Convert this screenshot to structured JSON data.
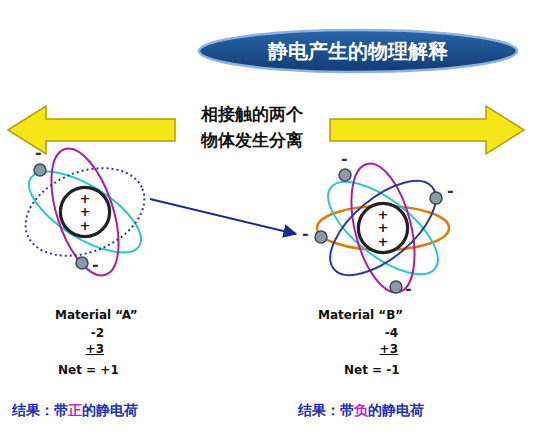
{
  "diagram": {
    "nodes": [
      {
        "text": [
          "静电产生的物理解释"
        ]
      },
      {
        "text": [
          "+ + +"
        ]
      },
      {
        "text": [
          "+ + +"
        ]
      }
    ],
    "labels": [
      "相接触的两个 物体发生分离",
      "-",
      "-",
      "-",
      "-",
      "-",
      "-",
      "Material “A”",
      "-2",
      "+3",
      "Net = +1",
      "Material “B”",
      "-4",
      "+3",
      "Net = -1",
      "结果：带",
      "正",
      "的静电荷",
      "结果：带",
      "负",
      "的静电荷"
    ]
  }
}
